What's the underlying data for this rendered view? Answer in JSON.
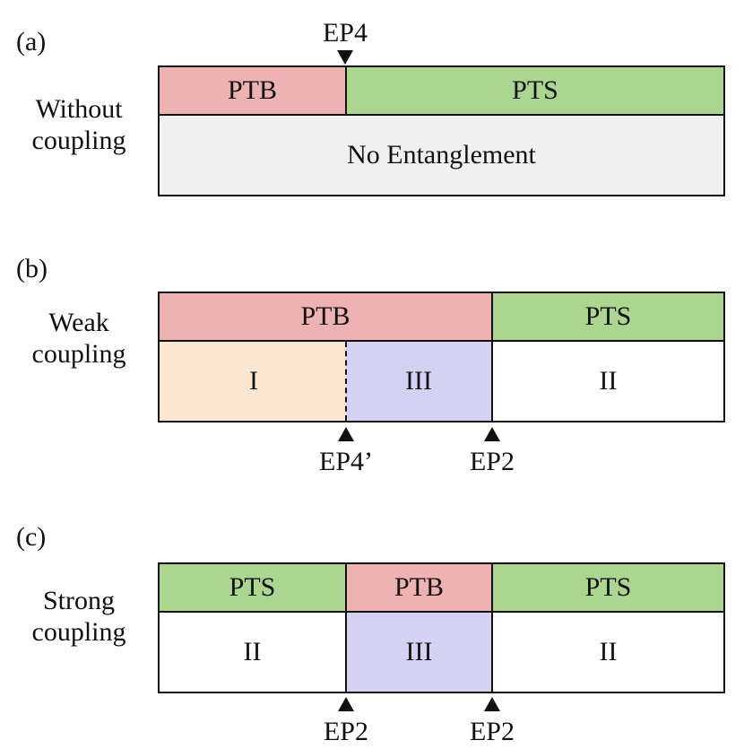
{
  "colors": {
    "ptb": "#eeb2b2",
    "pts": "#acd58f",
    "no_entanglement": "#f0f0f0",
    "region_I": "#fbe6d1",
    "region_III": "#d4d1f3",
    "region_II": "#ffffff",
    "border": "#111111"
  },
  "panels": [
    {
      "tag": "(a)",
      "label_line1": "Without",
      "label_line2": "coupling",
      "top_marker": "EP4",
      "phases": [
        "PTB",
        "PTS"
      ],
      "regions": [
        "No Entanglement"
      ]
    },
    {
      "tag": "(b)",
      "label_line1": "Weak",
      "label_line2": "coupling",
      "phases": [
        "PTB",
        "PTS"
      ],
      "regions": [
        "I",
        "III",
        "II"
      ],
      "bottom_markers": [
        "EP4’",
        "EP2"
      ]
    },
    {
      "tag": "(c)",
      "label_line1": "Strong",
      "label_line2": "coupling",
      "phases": [
        "PTS",
        "PTB",
        "PTS"
      ],
      "regions": [
        "II",
        "III",
        "II"
      ],
      "bottom_markers": [
        "EP2",
        "EP2"
      ]
    }
  ]
}
